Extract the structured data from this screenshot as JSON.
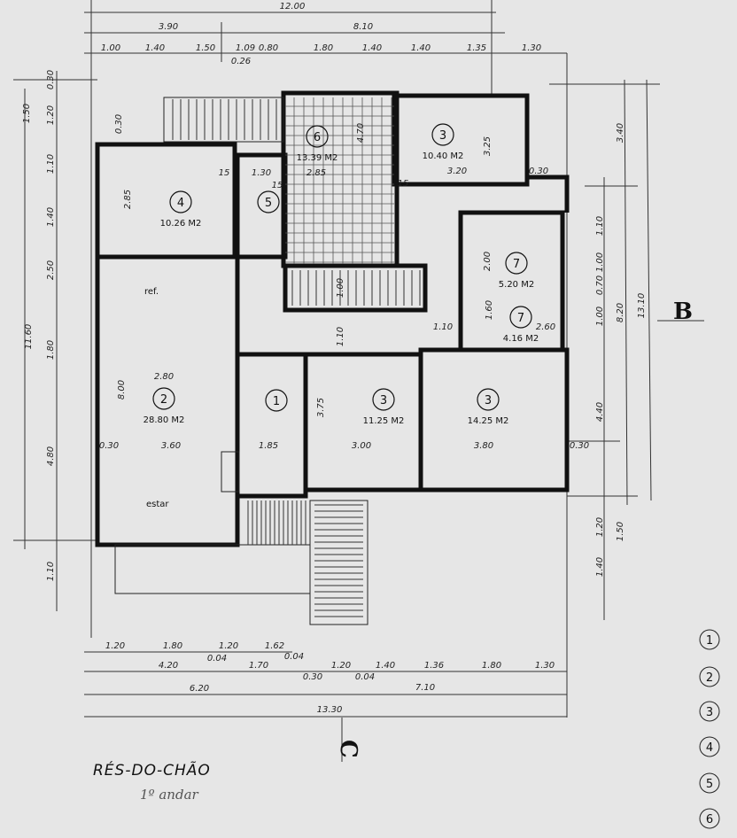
{
  "title": "RÉS-DO-CHÃO",
  "handwritten_note": "1º andar",
  "section_markers": {
    "right": "B",
    "bottom": "C"
  },
  "dims_top": {
    "total": "12.00",
    "row2": [
      "3.90",
      "8.10"
    ],
    "row3": [
      "1.00",
      "1.40",
      "1.50",
      "1.09",
      "0.80",
      "1.80",
      "1.40",
      "1.40",
      "1.35",
      "1.30"
    ],
    "extra": "0.26"
  },
  "dims_bottom": {
    "row1": [
      "1.20",
      "1.80",
      "1.20",
      "1.62"
    ],
    "row1_small": [
      "0.04",
      "0.04"
    ],
    "row2": [
      "4.20",
      "1.70",
      "1.20",
      "1.40",
      "1.36",
      "1.80",
      "1.30"
    ],
    "row2_small": [
      "0.30",
      "0.04"
    ],
    "row3": [
      "6.20",
      "7.10"
    ],
    "total": "13.30"
  },
  "dims_left": {
    "inner": [
      "0.30",
      "1.20",
      "1.10",
      "1.40",
      "2.50",
      "1.80",
      "4.80",
      "1.10"
    ],
    "outer": [
      "1.50",
      "11.60"
    ]
  },
  "dims_right": {
    "inner": [
      "1.10",
      "1.00",
      "0.70",
      "1.00",
      "4.40",
      "1.20",
      "1.40"
    ],
    "middle": [
      "3.40",
      "8.20",
      "1.50"
    ],
    "outer": "13.10"
  },
  "dims_interior": [
    "0.30",
    "2.85",
    "15",
    "1.30",
    "15",
    "3.25",
    "3.20",
    "0.30",
    "15",
    "2.80",
    "8.00",
    "3.60",
    "1.85",
    "3.00",
    "3.80",
    "3.75",
    "1.10",
    "0.30",
    "0.30",
    "1.00",
    "1.10",
    "4.70",
    "2.85",
    "2.00",
    "1.60",
    "2.60"
  ],
  "rooms": [
    {
      "number": "1",
      "area": ""
    },
    {
      "number": "2",
      "area": "28.80 M2"
    },
    {
      "number": "3",
      "area": "10.40 M2"
    },
    {
      "number": "3",
      "area": "11.25 M2"
    },
    {
      "number": "3",
      "area": "14.25 M2"
    },
    {
      "number": "4",
      "area": "10.26 M2"
    },
    {
      "number": "5",
      "area": ""
    },
    {
      "number": "6",
      "area": "13.39 M2"
    },
    {
      "number": "7",
      "area": "5.20 M2"
    },
    {
      "number": "7",
      "area": "4.16 M2"
    }
  ],
  "room_labels": {
    "ref": "ref.",
    "estar": "estar"
  },
  "legend": [
    "1",
    "2",
    "3",
    "4",
    "5",
    "6"
  ]
}
